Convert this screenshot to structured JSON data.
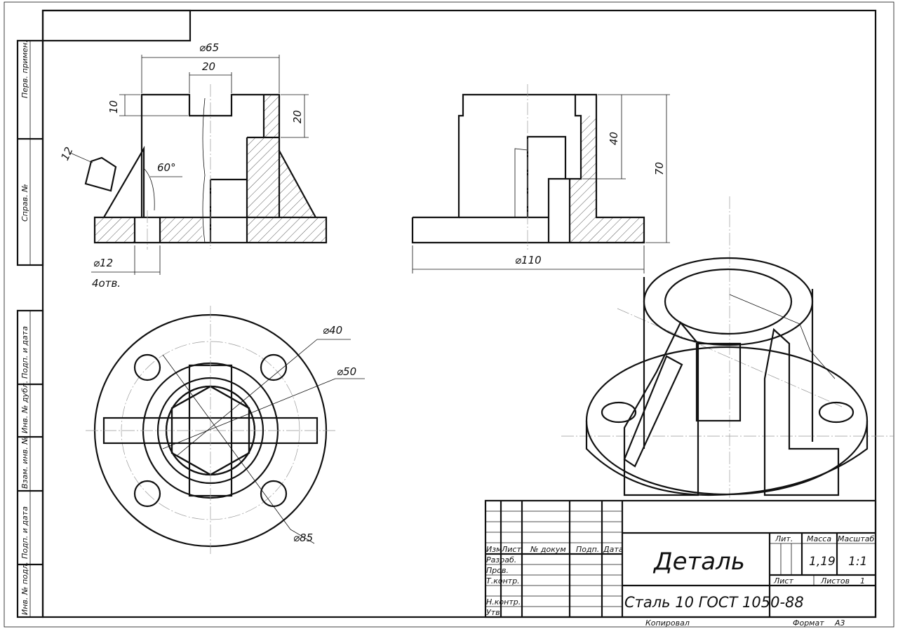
{
  "views": {
    "front": {
      "dim_d65": "⌀65",
      "dim_20_top": "20",
      "dim_10": "10",
      "dim_20_right": "20",
      "dim_12": "12",
      "angle_60": "60°",
      "dim_d12": "⌀12",
      "holes_note": "4отв."
    },
    "side": {
      "dim_40": "40",
      "dim_70": "70",
      "dim_d110": "⌀110"
    },
    "top": {
      "dim_d40": "⌀40",
      "dim_d50": "⌀50",
      "dim_d85": "⌀85"
    }
  },
  "side_columns": [
    "Перв. примен.",
    "Справ. №",
    "Подп. и дата",
    "Инв. № дубл.",
    "Взам. инв. №",
    "Подп. и дата",
    "Инв. № подл."
  ],
  "title_block": {
    "headers": [
      "Изм",
      "Лист",
      "№ докум",
      "Подп.",
      "Дата"
    ],
    "roles": [
      "Разраб.",
      "Пров.",
      "Т.контр.",
      "Н.контр.",
      "Утв."
    ],
    "title": "Деталь",
    "material": "Сталь 10  ГОСТ 1050-88",
    "lit_label": "Лит.",
    "mass_label": "Масса",
    "scale_label": "Масштаб",
    "mass": "1,19",
    "scale": "1:1",
    "sheet_label": "Лист",
    "sheets_label": "Листов",
    "sheets": "1"
  },
  "footer": {
    "copied": "Копировал",
    "format_label": "Формат",
    "format": "А3"
  }
}
